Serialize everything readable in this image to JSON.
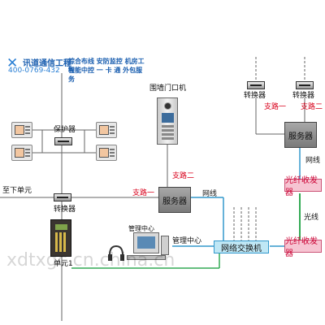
{
  "company": {
    "name": "讯道通信工程",
    "phone": "400-0769-432",
    "services_line1": "综合布线 安防监控 机房工程",
    "services_line2": "智能中控 一 卡 通 外包服务"
  },
  "watermark": "xdtxgc.cn.china.cn",
  "colors": {
    "line_gray": "#555555",
    "fiber_green": "#33aa55",
    "network_blue": "#3399cc",
    "accent_red": "#d9001b",
    "server_gray": "#8a8a8a",
    "converter_pink": "#f6c4d2",
    "switch_blue": "#bfe7f5"
  },
  "nodes": {
    "protector": "保护器",
    "converter": "转换器",
    "down_unit": "至下单元",
    "wall_gate_unit": "围墙门口机",
    "branch_one": "支路一",
    "branch_two": "支路二",
    "server": "服务器",
    "network_line": "网线",
    "fiber": "光线",
    "fiber_transceiver": "光纤收发器",
    "network_switch": "网络交换机",
    "management_center": "管理中心",
    "unit_one": "单元1"
  },
  "icons": [
    "indoor-monitor-icon",
    "door-station-icon",
    "unit-entrance-panel-icon",
    "computer-icon",
    "headset-icon",
    "logo-icon"
  ]
}
